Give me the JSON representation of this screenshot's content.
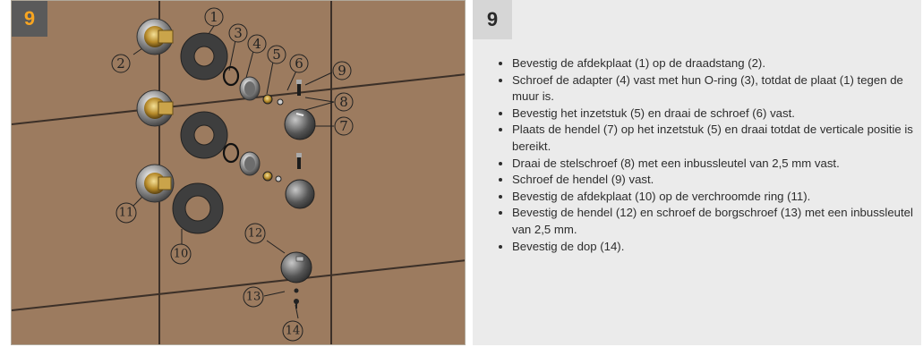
{
  "illustration": {
    "step_number": "9",
    "callouts": [
      "1",
      "2",
      "3",
      "4",
      "5",
      "6",
      "7",
      "8",
      "9",
      "10",
      "11",
      "12",
      "13",
      "14"
    ]
  },
  "instructions": {
    "step_number": "9",
    "items": [
      "Bevestig de afdekplaat (1) op de draadstang (2).",
      "Schroef de adapter (4) vast met hun O-ring (3), totdat de plaat (1) tegen de muur is.",
      "Bevestig het inzetstuk (5) en draai de schroef (6) vast.",
      "Plaats de hendel (7) op het inzetstuk (5) en draai totdat de verticale positie is bereikt.",
      "Draai de stelschroef (8) met een inbussleutel van 2,5 mm vast.",
      "Schroef de hendel (9) vast.",
      "Bevestig de afdekplaat (10) op de verchroomde ring (11).",
      "Bevestig de hendel (12) en schroef de borgschroef (13) met een inbussleutel van 2,5 mm.",
      "Bevestig de dop (14)."
    ]
  }
}
